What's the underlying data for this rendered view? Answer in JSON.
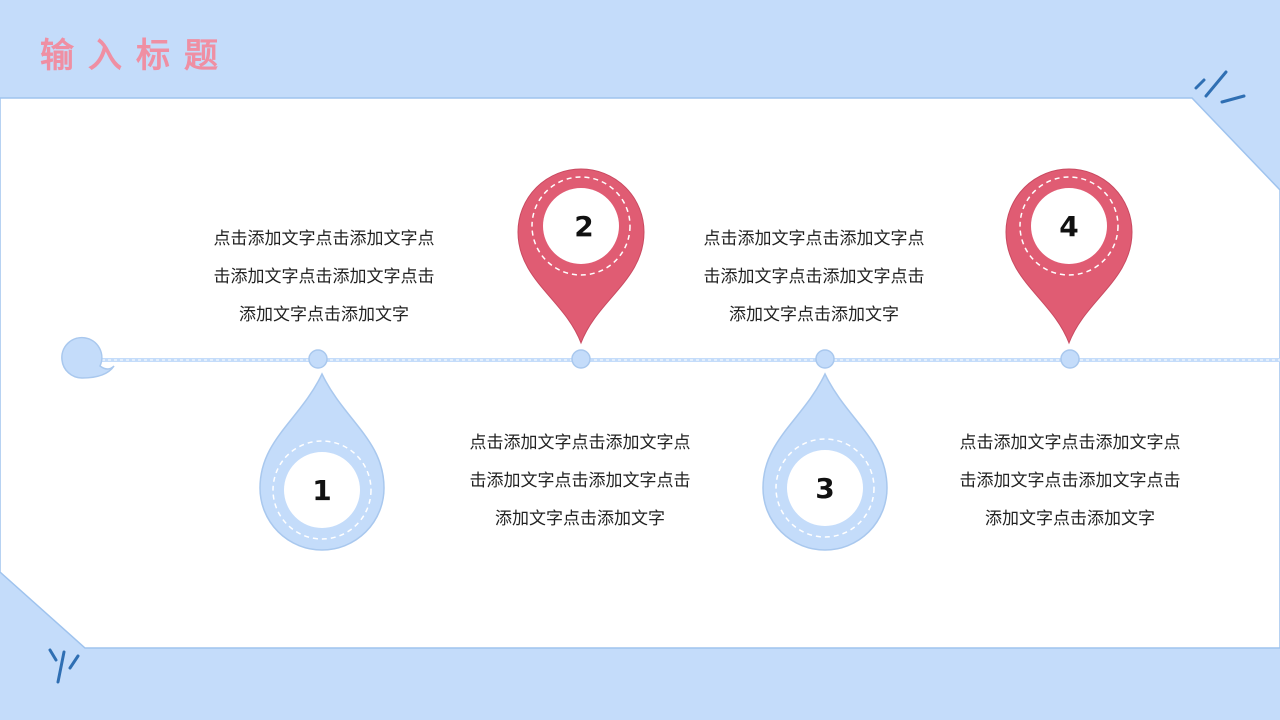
{
  "slide": {
    "title": "输入标题",
    "colors": {
      "background": "#c4dcfa",
      "panel": "#ffffff",
      "accent_pink": "#e05c73",
      "accent_blue": "#c4dcfa",
      "title": "#ef8fa3"
    }
  },
  "timeline": {
    "markers": [
      {
        "number": "1",
        "style": "blue-drop"
      },
      {
        "number": "2",
        "style": "pink-pin"
      },
      {
        "number": "3",
        "style": "blue-drop"
      },
      {
        "number": "4",
        "style": "pink-pin"
      }
    ],
    "texts": [
      {
        "lines": [
          "点击添加文字点击添加文字点",
          "击添加文字点击添加文字点击",
          "添加文字点击添加文字"
        ]
      },
      {
        "lines": [
          "点击添加文字点击添加文字点",
          "击添加文字点击添加文字点击",
          "添加文字点击添加文字"
        ]
      },
      {
        "lines": [
          "点击添加文字点击添加文字点",
          "击添加文字点击添加文字点击",
          "添加文字点击添加文字"
        ]
      },
      {
        "lines": [
          "点击添加文字点击添加文字点",
          "击添加文字点击添加文字点击",
          "添加文字点击添加文字"
        ]
      }
    ]
  }
}
